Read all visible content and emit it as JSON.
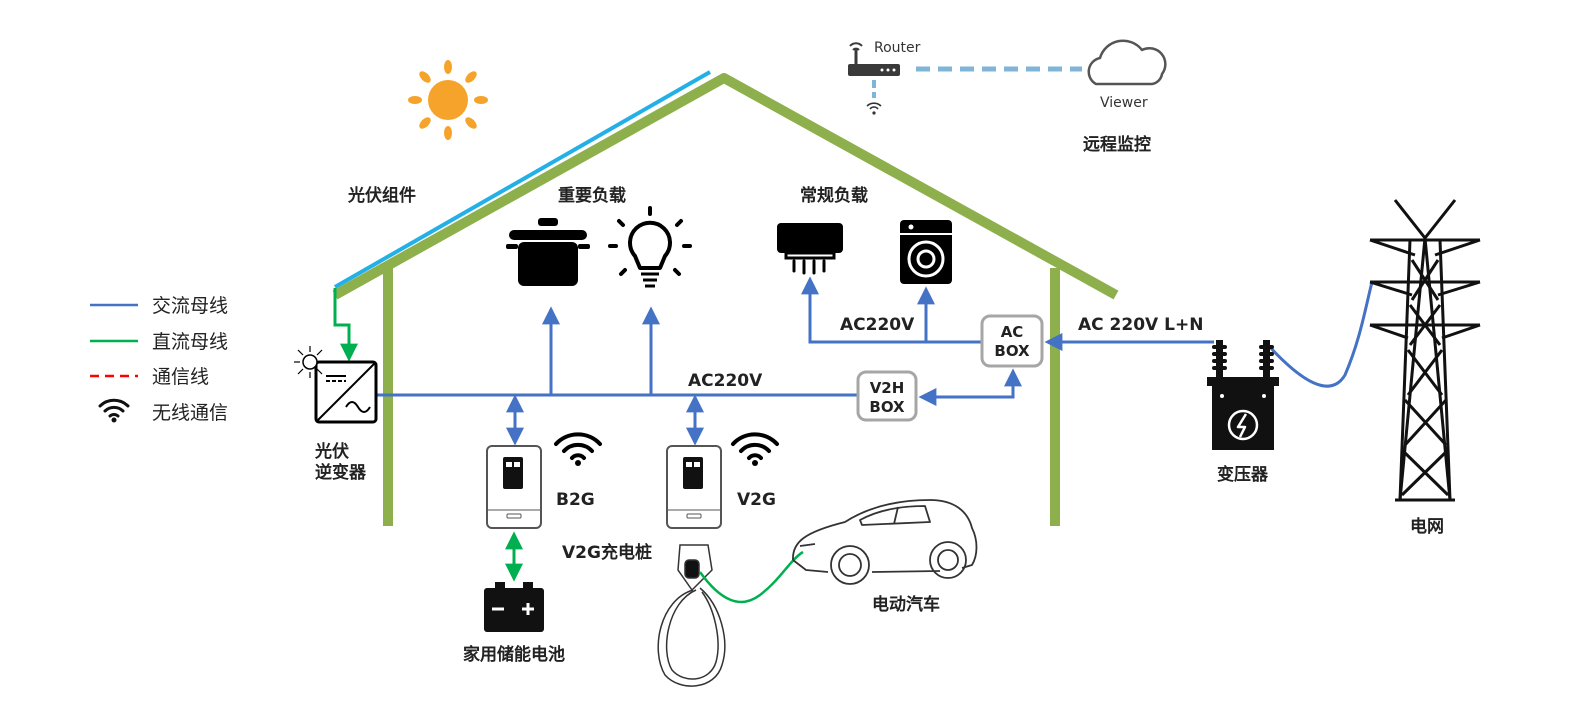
{
  "legend": {
    "items": [
      {
        "label": "交流母线",
        "color": "#4472c4",
        "style": "solid"
      },
      {
        "label": "直流母线",
        "color": "#00b050",
        "style": "solid"
      },
      {
        "label": "通信线",
        "color": "#ff0000",
        "style": "dashed"
      },
      {
        "label": "无线通信",
        "icon": "wifi-icon"
      }
    ]
  },
  "labels": {
    "pv_module": "光伏组件",
    "important_load": "重要负载",
    "regular_load": "常规负载",
    "router": "Router",
    "viewer": "Viewer",
    "remote_monitor": "远程监控",
    "ac220v_1": "AC220V",
    "ac220v_2": "AC220V",
    "ac_220v_ln": "AC 220V L+N",
    "ac_box_line1": "AC",
    "ac_box_line2": "BOX",
    "v2h_box_line1": "V2H",
    "v2h_box_line2": "BOX",
    "inverter_line1": "光伏",
    "inverter_line2": "逆变器",
    "b2g": "B2G",
    "v2g": "V2G",
    "v2g_charger": "V2G充电桩",
    "ev": "电动汽车",
    "home_battery": "家用储能电池",
    "transformer": "变压器",
    "grid": "电网"
  },
  "colors": {
    "ac_bus": "#4472c4",
    "dc_bus": "#00b050",
    "roof": "#8db04c",
    "solar_panel": "#22b0e6",
    "sun": "#f6a32c",
    "box_border": "#a6a6a6",
    "comm_dashed": "#7fb6d8"
  }
}
